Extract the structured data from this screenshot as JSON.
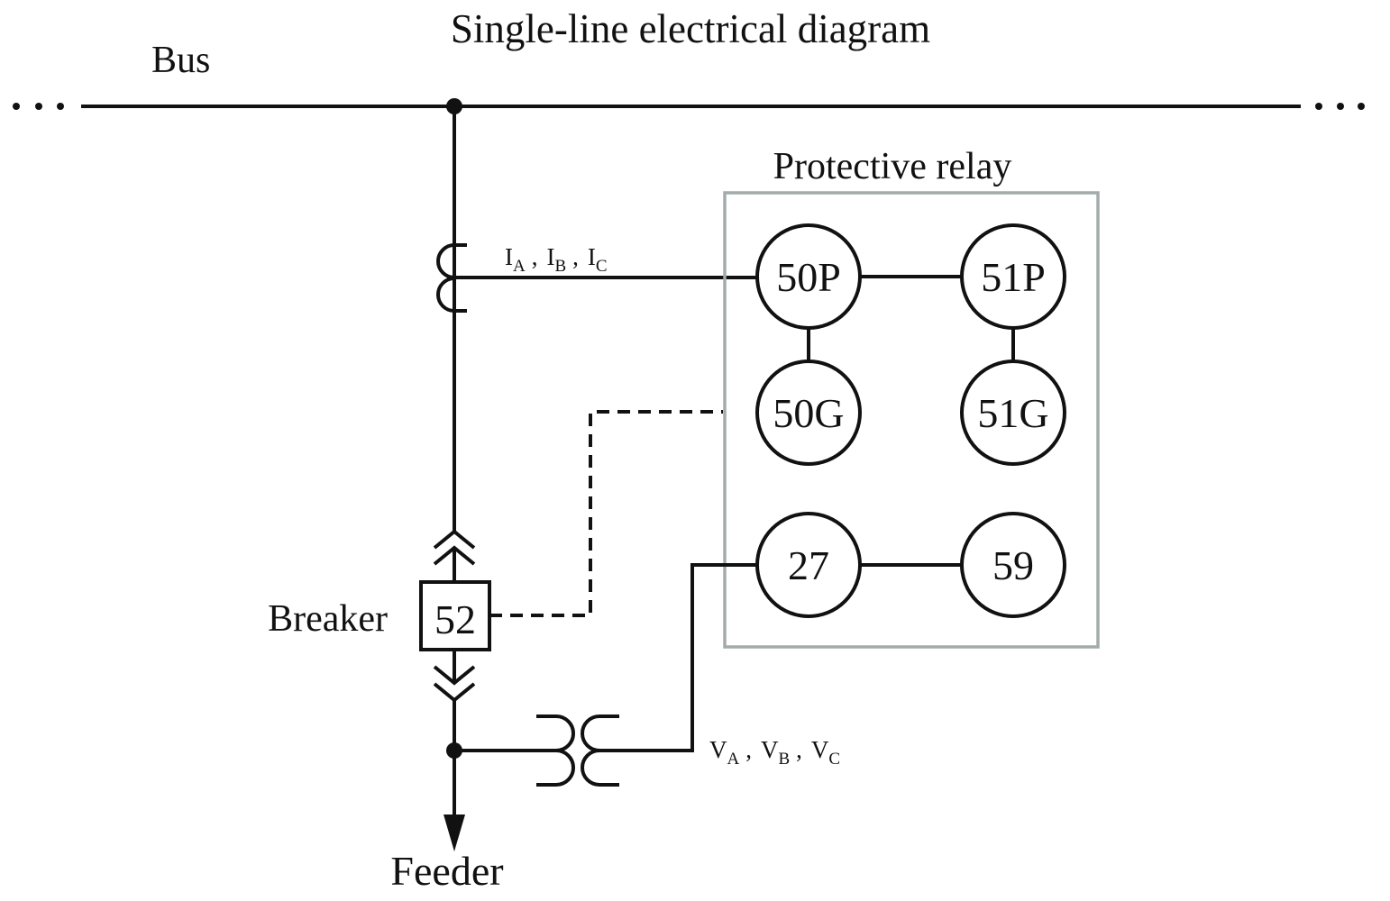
{
  "title": "Single-line electrical diagram",
  "labels": {
    "bus": "Bus",
    "protective_relay": "Protective relay",
    "breaker": "Breaker",
    "feeder": "Feeder"
  },
  "devices": {
    "breaker": "52",
    "relay_functions": [
      "50P",
      "51P",
      "50G",
      "51G",
      "27",
      "59"
    ]
  },
  "signals": {
    "current": {
      "symbol": "I",
      "phases": [
        "A",
        "B",
        "C"
      ],
      "separator": ","
    },
    "voltage": {
      "symbol": "V",
      "phases": [
        "A",
        "B",
        "C"
      ],
      "separator": ","
    }
  },
  "colors": {
    "line": "#111111",
    "relay_box_border": "#a3abab",
    "background": "#ffffff"
  }
}
